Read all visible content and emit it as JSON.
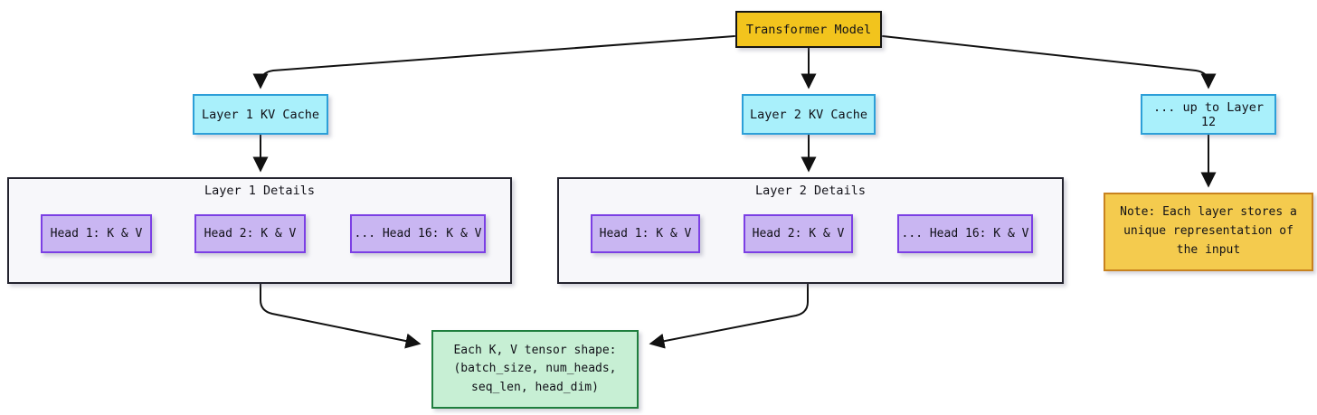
{
  "diagram": {
    "nodes": {
      "root": {
        "label": "Transformer Model"
      },
      "layer1": {
        "label": "Layer 1 KV Cache"
      },
      "layer2": {
        "label": "Layer 2 KV Cache"
      },
      "layer12": {
        "label": "... up to Layer 12"
      },
      "layer1_details": {
        "title": "Layer 1 Details",
        "heads": [
          "Head 1: K & V",
          "Head 2: K & V",
          "... Head 16: K & V"
        ]
      },
      "layer2_details": {
        "title": "Layer 2 Details",
        "heads": [
          "Head 1: K & V",
          "Head 2: K & V",
          "... Head 16: K & V"
        ]
      },
      "note": {
        "label": "Note: Each layer stores a unique representation of the input"
      },
      "tensor": {
        "line1": "Each K, V tensor shape:",
        "line2": "(batch_size, num_heads,",
        "line3": "seq_len, head_dim)"
      }
    },
    "edges": [
      {
        "from": "root",
        "to": "layer1"
      },
      {
        "from": "root",
        "to": "layer2"
      },
      {
        "from": "root",
        "to": "layer12"
      },
      {
        "from": "layer1",
        "to": "layer1_details"
      },
      {
        "from": "layer2",
        "to": "layer2_details"
      },
      {
        "from": "layer12",
        "to": "note"
      },
      {
        "from": "layer1_details",
        "to": "tensor"
      },
      {
        "from": "layer2_details",
        "to": "tensor"
      }
    ],
    "colors": {
      "gold_fill": "#F2C41D",
      "gold_border": "#141414",
      "note_fill": "#F4CB4E",
      "note_border": "#C8821F",
      "cyan_fill": "#A9F0FB",
      "cyan_border": "#2D9FD8",
      "purple_fill": "#C9B6F2",
      "purple_border": "#7B3FE4",
      "container_fill": "#F7F7FA",
      "container_border": "#23232E",
      "green_fill": "#C7EFD4",
      "green_border": "#1F7E3E",
      "arrow": "#111111",
      "background": "#FFFFFF"
    }
  }
}
